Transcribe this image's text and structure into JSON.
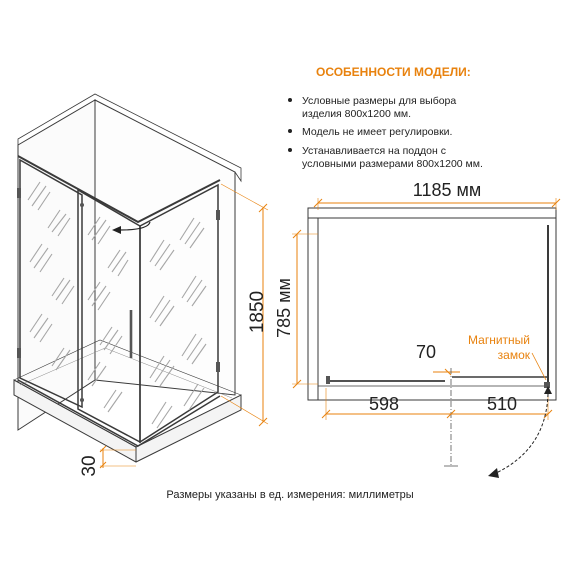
{
  "features": {
    "title": "ОСОБЕННОСТИ МОДЕЛИ:",
    "items": [
      {
        "lines": [
          "Условные размеры для выбора",
          "изделия 800х1200 мм."
        ]
      },
      {
        "lines": [
          "Модель не имеет регулировки."
        ]
      },
      {
        "lines": [
          "Устанавливается на поддон с",
          "условными размерами 800х1200 мм."
        ]
      }
    ]
  },
  "dimensions": {
    "height_total": "1850",
    "side_depth": "785 мм",
    "tray_height": "30",
    "width_total": "1185 мм",
    "door_offset": "70",
    "fixed_part": "598",
    "door_opening": "510"
  },
  "labels": {
    "magnet_lock_line1": "Магнитный",
    "magnet_lock_line2": "замок"
  },
  "footer": "Размеры указаны в ед. измерения: миллиметры",
  "colors": {
    "accent": "#E8820E",
    "line": "#3a3a3a",
    "text": "#222222",
    "glass": "#9a9a9a"
  }
}
